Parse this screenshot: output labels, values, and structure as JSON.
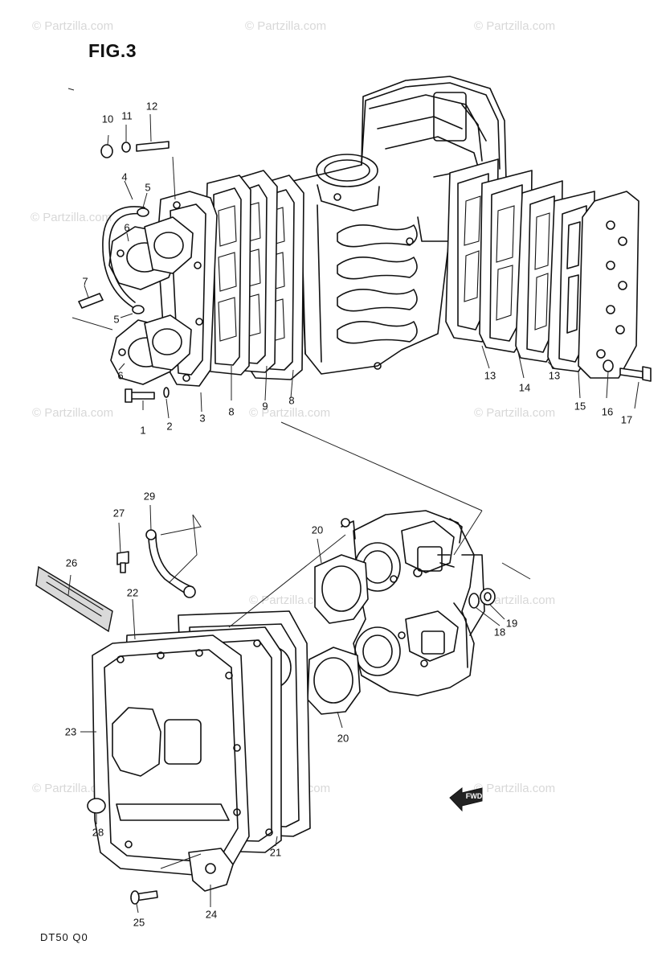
{
  "figure": {
    "title": "FIG.3",
    "model_code": "DT50 Q0"
  },
  "watermark": {
    "text": "© Partzilla.com",
    "color": "#d8d8d8"
  },
  "fwd_label": "FWD",
  "callouts": [
    {
      "id": "c1",
      "label": "1"
    },
    {
      "id": "c2",
      "label": "2"
    },
    {
      "id": "c3",
      "label": "3"
    },
    {
      "id": "c4",
      "label": "4"
    },
    {
      "id": "c5a",
      "label": "5"
    },
    {
      "id": "c5b",
      "label": "5"
    },
    {
      "id": "c6a",
      "label": "6"
    },
    {
      "id": "c6b",
      "label": "6"
    },
    {
      "id": "c7",
      "label": "7"
    },
    {
      "id": "c8a",
      "label": "8"
    },
    {
      "id": "c8b",
      "label": "8"
    },
    {
      "id": "c9",
      "label": "9"
    },
    {
      "id": "c10",
      "label": "10"
    },
    {
      "id": "c11",
      "label": "11"
    },
    {
      "id": "c12",
      "label": "12"
    },
    {
      "id": "c13a",
      "label": "13"
    },
    {
      "id": "c13b",
      "label": "13"
    },
    {
      "id": "c14",
      "label": "14"
    },
    {
      "id": "c15",
      "label": "15"
    },
    {
      "id": "c16",
      "label": "16"
    },
    {
      "id": "c17",
      "label": "17"
    },
    {
      "id": "c18",
      "label": "18"
    },
    {
      "id": "c19",
      "label": "19"
    },
    {
      "id": "c20a",
      "label": "20"
    },
    {
      "id": "c20b",
      "label": "20"
    },
    {
      "id": "c21",
      "label": "21"
    },
    {
      "id": "c22",
      "label": "22"
    },
    {
      "id": "c23",
      "label": "23"
    },
    {
      "id": "c24",
      "label": "24"
    },
    {
      "id": "c25",
      "label": "25"
    },
    {
      "id": "c26",
      "label": "26"
    },
    {
      "id": "c27",
      "label": "27"
    },
    {
      "id": "c28",
      "label": "28"
    },
    {
      "id": "c29",
      "label": "29"
    }
  ]
}
